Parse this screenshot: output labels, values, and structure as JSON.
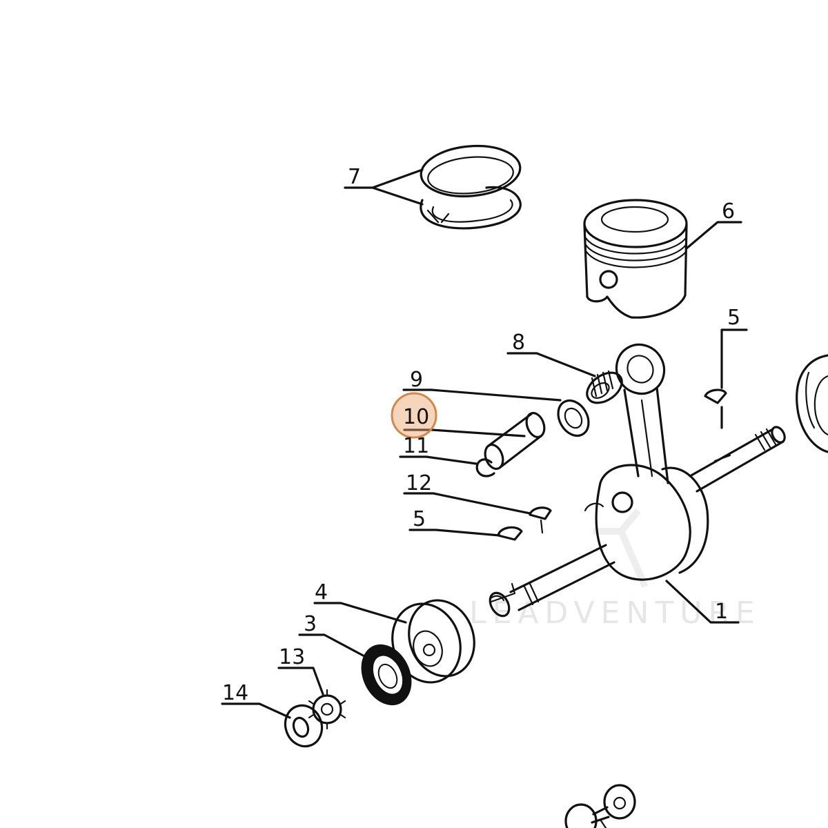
{
  "diagram": {
    "labels": {
      "p1": "1",
      "p3": "3",
      "p4": "4",
      "p5a": "5",
      "p5b": "5",
      "p6": "6",
      "p7": "7",
      "p8": "8",
      "p9": "9",
      "p10": "10",
      "p11": "11",
      "p12": "12",
      "p13": "13",
      "p14": "14"
    },
    "highlighted_part": "10",
    "highlight_color": "#e8a46a",
    "watermark": "LEADVENTURE"
  }
}
